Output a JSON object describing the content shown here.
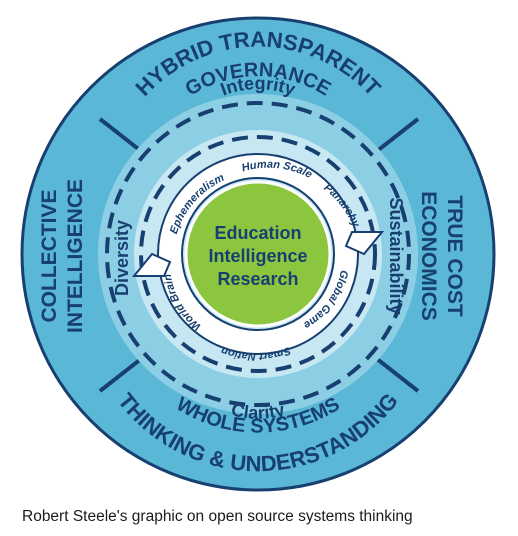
{
  "outer_segments": {
    "top": "HYBRID TRANSPARENT",
    "top_sub": "GOVERNANCE",
    "left": "COLLECTIVE",
    "left_sub": "INTELLIGENCE",
    "right": "TRUE COST",
    "right_sub": "ECONOMICS",
    "bottom": "THINKING & UNDERSTANDING",
    "bottom_sub": "WHOLE SYSTEMS"
  },
  "middle_ring": {
    "top": "Integrity",
    "left": "Diversity",
    "right": "Sustainability",
    "bottom": "Clarity"
  },
  "inner_ring": {
    "ephemeralism": "Ephemeralism",
    "human_scale": "Human Scale",
    "panarchy": "Panarchy",
    "global_game": "Global Game",
    "smart_nation": "Smart Nation",
    "world_brain": "World Brain"
  },
  "center": {
    "line1": "Education",
    "line2": "Intelligence",
    "line3": "Research"
  },
  "caption": "Robert Steele's graphic on open source systems thinking",
  "colors": {
    "outer_fill": "#5bb7d6",
    "ring_blue": "#8ccfe5",
    "light_blue": "#c7e8f3",
    "navy": "#173f70",
    "green": "#8cc63f",
    "white": "#ffffff"
  }
}
